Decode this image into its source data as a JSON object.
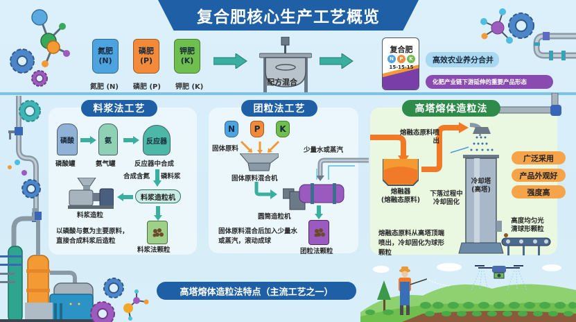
{
  "title": "复合肥核心生产工艺概览",
  "top_row": {
    "bags": [
      {
        "label_line1": "氮肥",
        "label_line2": "(N)",
        "caption": "氮肥 (N)",
        "color": "#4da3e0"
      },
      {
        "label_line1": "磷肥",
        "label_line2": "(P)",
        "caption": "磷肥 (P)",
        "color": "#f28a3a"
      },
      {
        "label_line1": "钾肥",
        "label_line2": "(K)",
        "caption": "钾肥 (K)",
        "color": "#6fbf4e"
      }
    ],
    "mixer_label": "配方混合",
    "product_bag": {
      "name": "复合肥",
      "npk_letters": [
        "N",
        "P",
        "K"
      ],
      "ratio": "15-15-15"
    },
    "notes": [
      {
        "text": "高效农业养分合并",
        "color": "#a9d8f2"
      },
      {
        "text": "化肥产业链下游延伸的重要产品形态",
        "color": "#8a4bb0"
      }
    ]
  },
  "panels": {
    "slurry": {
      "title": "料浆法工艺",
      "title_color": "#1f5fa6",
      "tank1_inner": "磷酸",
      "tank1_label": "磷酸罐",
      "tank2_inner": "氨",
      "tank2_label": "氨气罐",
      "reactor_inner": "反应器",
      "reactor_label": "反应器中合成",
      "flow_left": "合成含氮",
      "flow_right": "磷料浆",
      "granulator_machine": "料浆造粒机",
      "granulator_label": "料浆造粒",
      "product_label": "料浆法颗粒",
      "description": "以磷酸与氨为主要原料，直接合成料浆后造粒"
    },
    "agglomeration": {
      "title": "团粒法工艺",
      "title_color": "#1f5fa6",
      "bags": [
        "N",
        "P",
        "K"
      ],
      "raw_label": "固体原料",
      "mixer_label": "固体原料混合机",
      "water_label": "少量水或蒸汽",
      "drum_label": "圆筒造粒机",
      "product_label": "团粒法颗粒",
      "description": "固体原料混合后加入少量水或蒸汽，滚动成球"
    },
    "prilling": {
      "title": "高塔熔体造粒法",
      "title_color": "#2e8b4a",
      "spray_label": "熔融态原料喷出",
      "melter_label_line1": "熔融器",
      "melter_label_line2": "(熔融态原料)",
      "fall_label": "下落过程中冷却固化",
      "tower_line1": "冷却塔",
      "tower_line2": "(高塔)",
      "conveyor_label": "高度均匀光清球形颗粒",
      "description": "熔融态原料从高塔顶端喷出，冷却固化为球形颗粒",
      "features": [
        "广泛采用",
        "产品外观好",
        "强度高"
      ]
    }
  },
  "bottom_banner": "高塔熔体造粒法特点（主流工艺之一）"
}
